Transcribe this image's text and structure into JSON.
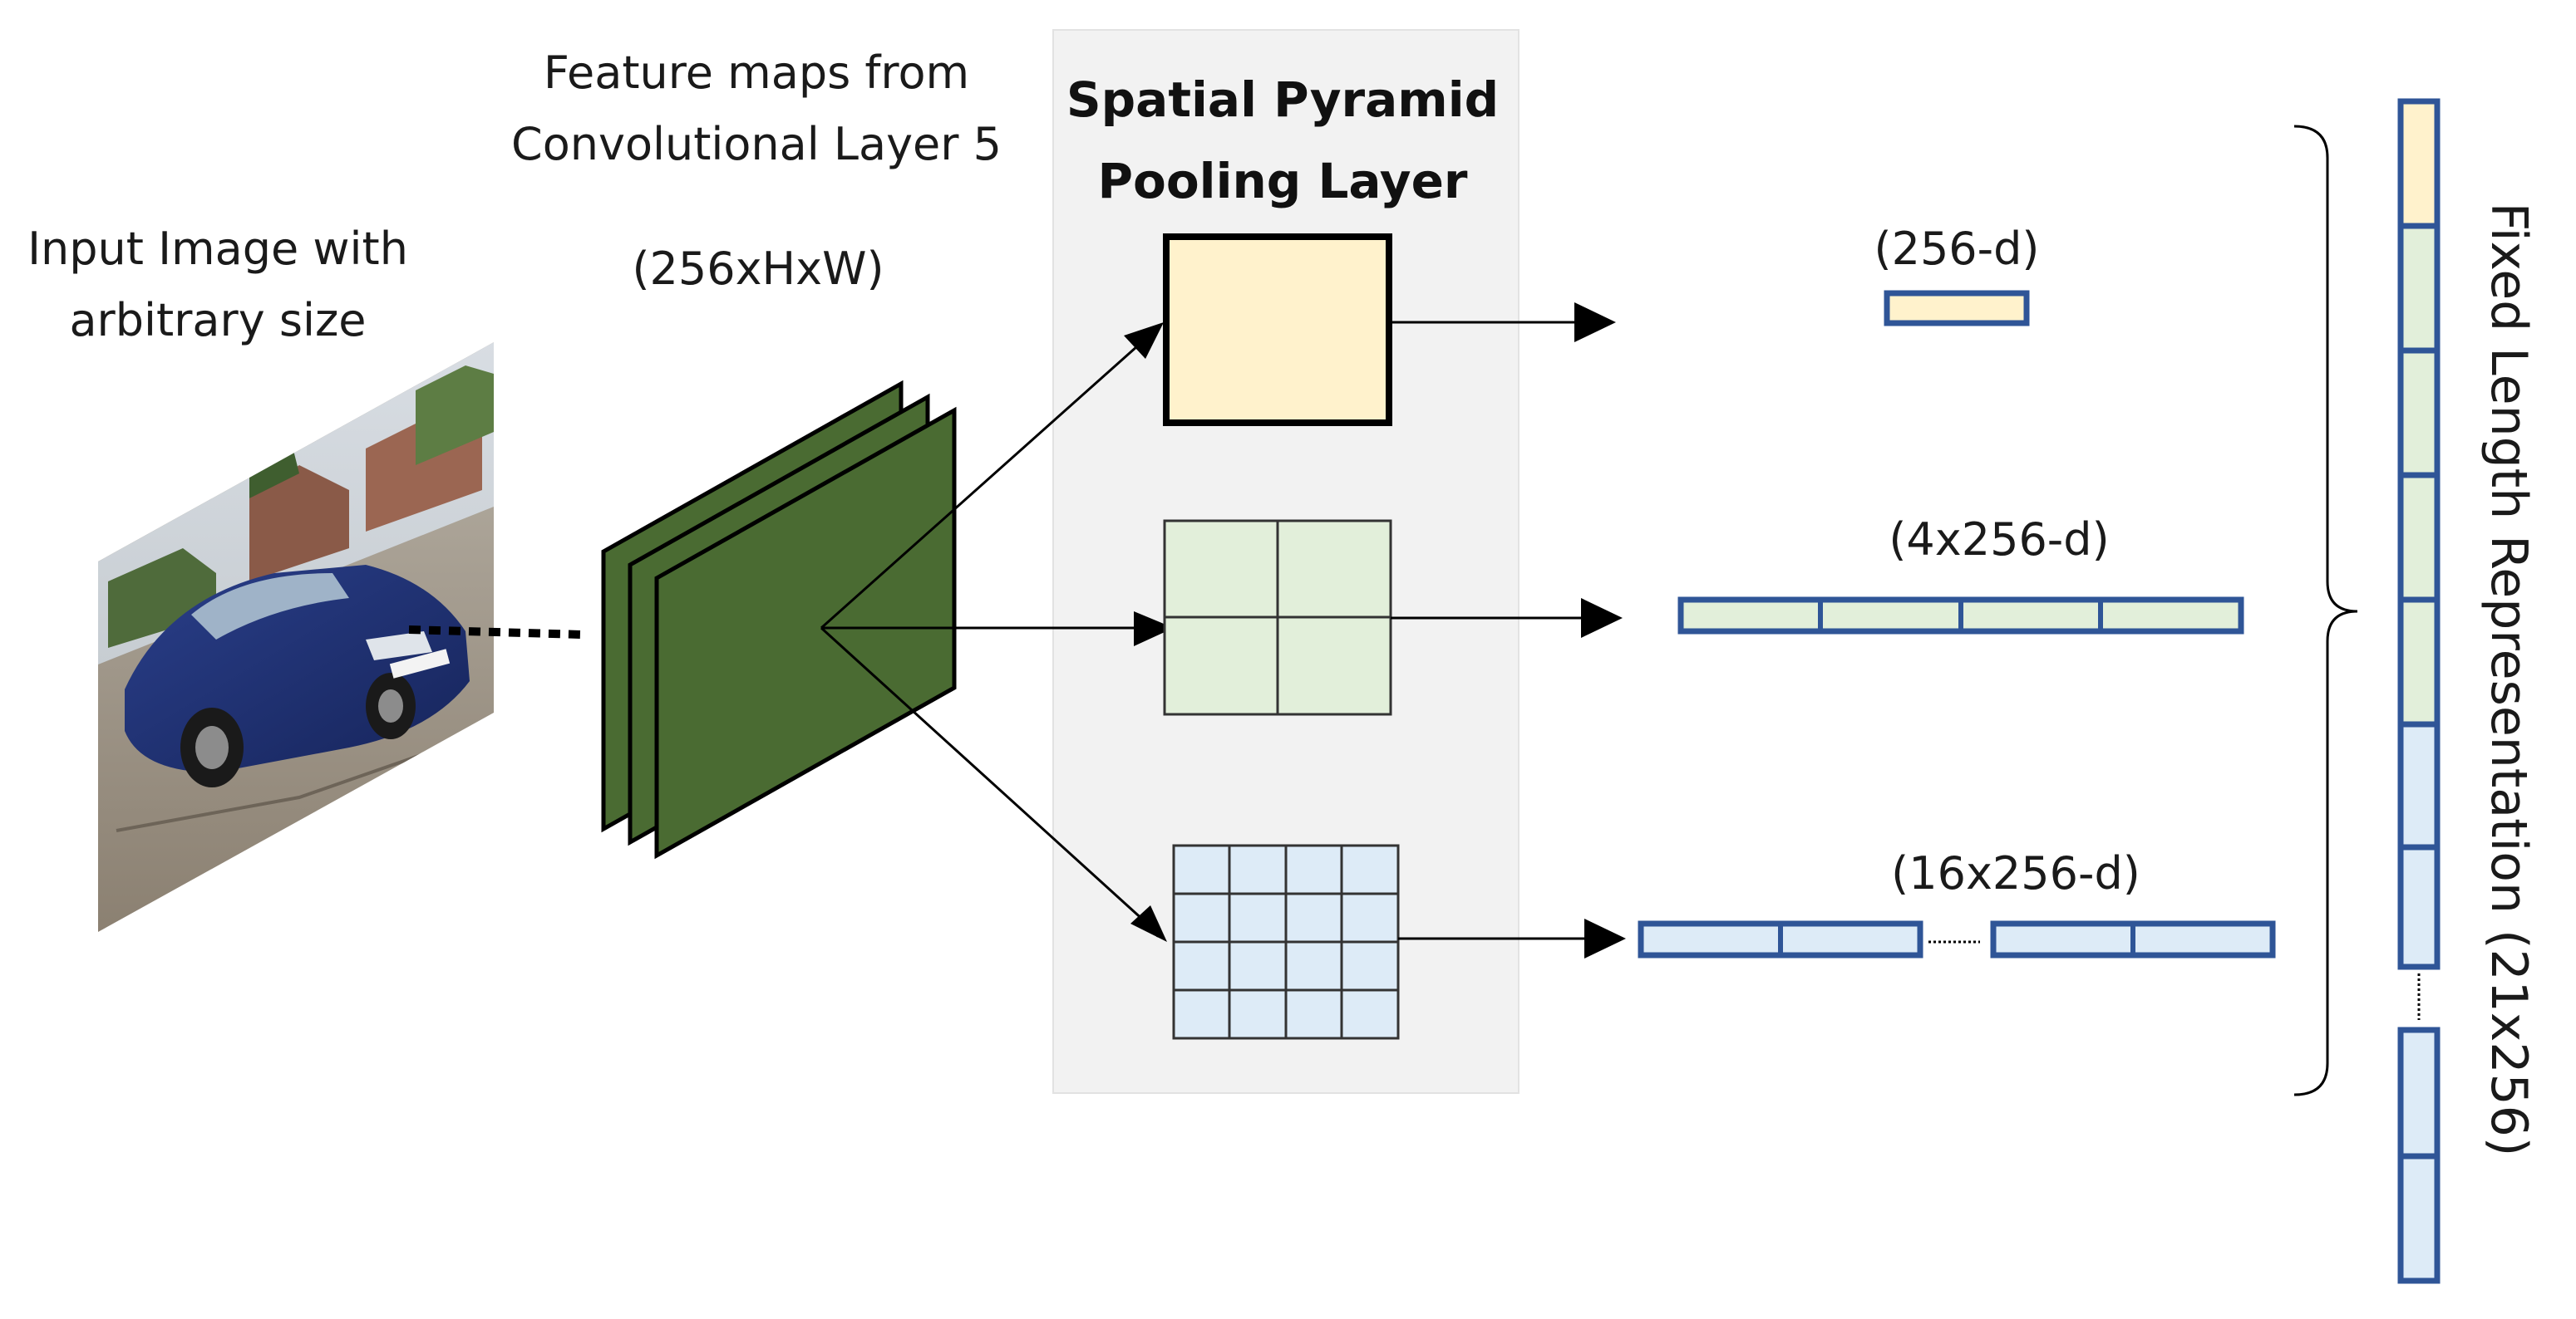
{
  "labels": {
    "input_line1": "Input Image with",
    "input_line2": "arbitrary size",
    "feature_line1": "Feature maps from",
    "feature_line2": "Convolutional Layer 5",
    "feature_dims": "(256xHxW)",
    "spp_line1": "Spatial Pyramid",
    "spp_line2": "Pooling Layer",
    "out1": "(256-d)",
    "out2": "(4x256-d)",
    "out3": "(16x256-d)",
    "fixed_length": "Fixed Length Representation (21x256)"
  },
  "colors": {
    "feature_map": "#4a6b32",
    "pool_level1": "#fff2cc",
    "pool_level2": "#e2efda",
    "pool_level3": "#ddebf7",
    "vector_border": "#2f5597",
    "spp_panel": "#f2f2f2",
    "stroke": "#000000"
  },
  "pyramid": [
    {
      "grid": "1x1",
      "bins": 1
    },
    {
      "grid": "2x2",
      "bins": 4
    },
    {
      "grid": "4x4",
      "bins": 16
    }
  ]
}
